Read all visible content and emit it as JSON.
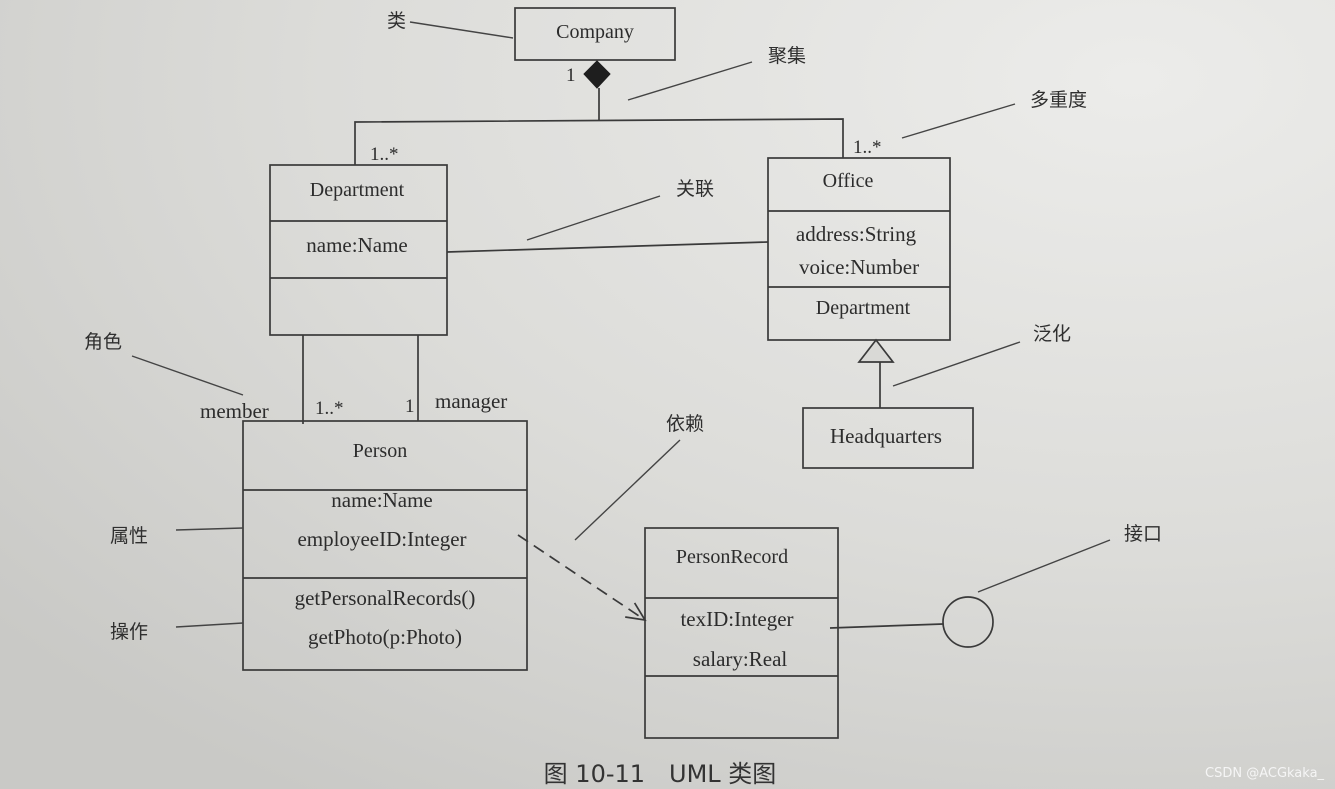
{
  "annotations": {
    "class": "类",
    "aggregation": "聚集",
    "multiplicity": "多重度",
    "association": "关联",
    "role": "角色",
    "generalization": "泛化",
    "dependency": "依赖",
    "attribute": "属性",
    "operation": "操作",
    "interface": "接口"
  },
  "classes": {
    "company": {
      "name": "Company"
    },
    "department": {
      "name": "Department",
      "attributes": [
        "name:Name"
      ]
    },
    "office": {
      "name": "Office",
      "attributes": [
        "address:String",
        "voice:Number"
      ],
      "operations": [
        "Department"
      ]
    },
    "headquarters": {
      "name": "Headquarters"
    },
    "person": {
      "name": "Person",
      "attributes": [
        "name:Name",
        "employeeID:Integer"
      ],
      "operations": [
        "getPersonalRecords()",
        "getPhoto(p:Photo)"
      ]
    },
    "person_record": {
      "name": "PersonRecord",
      "attributes": [
        "texID:Integer",
        "salary:Real"
      ]
    }
  },
  "multiplicities": {
    "company": "1",
    "department": "1..*",
    "office": "1..*",
    "member": "1..*",
    "manager": "1"
  },
  "roles": {
    "member": "member",
    "manager": "manager"
  },
  "caption": "图 10-11　UML 类图",
  "watermark": "CSDN @ACGkaka_"
}
